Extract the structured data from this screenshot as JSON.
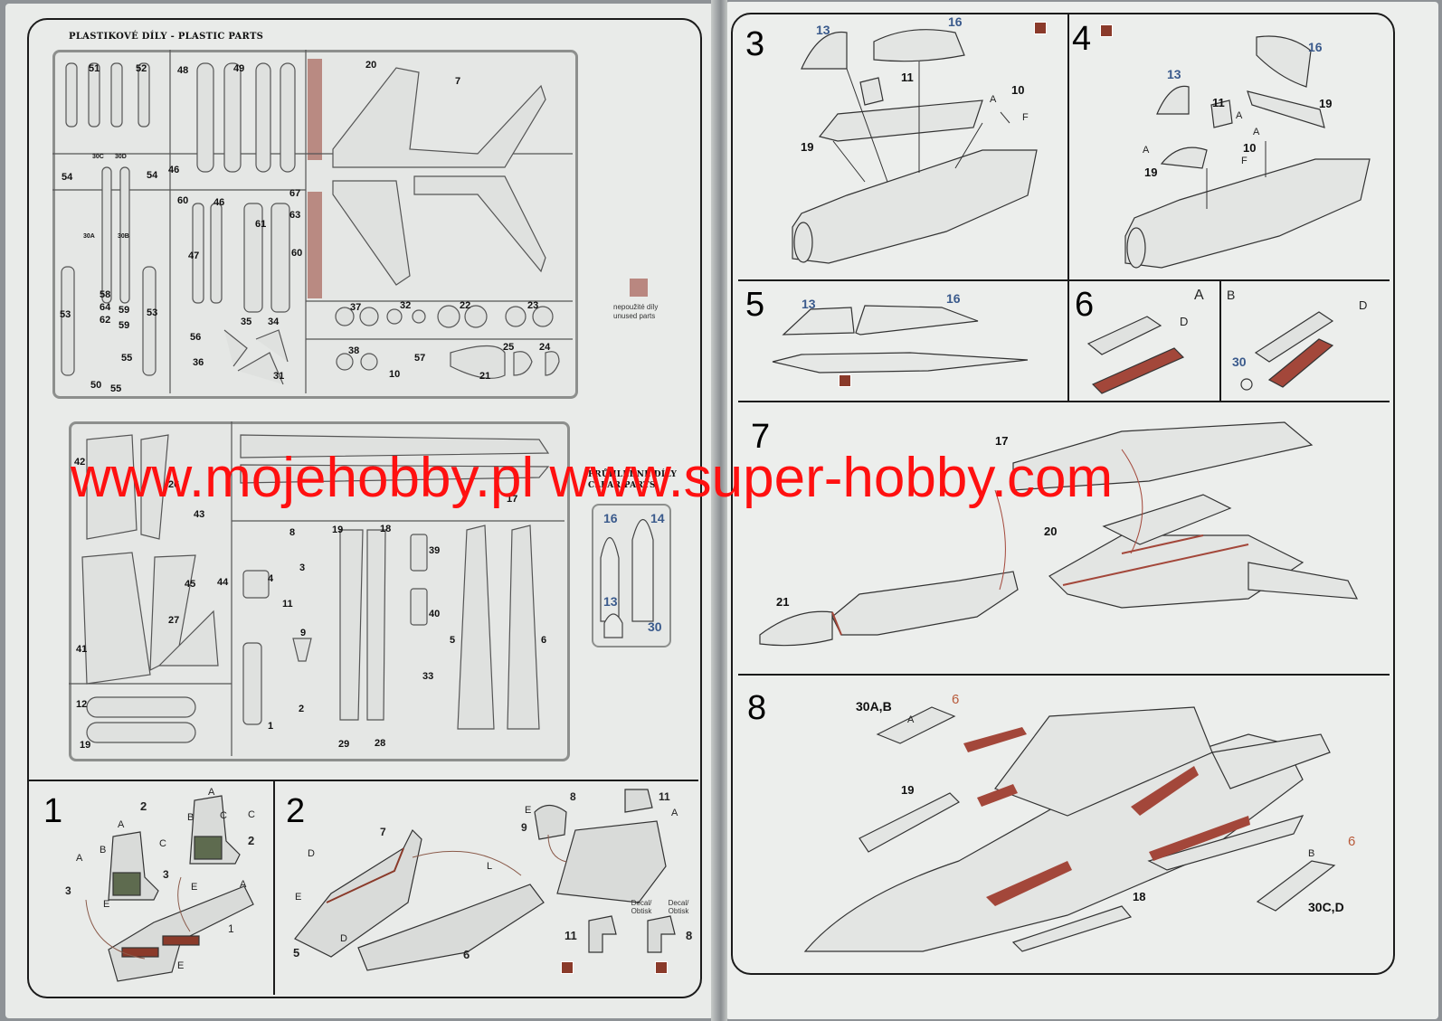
{
  "header": {
    "plastic_parts_title": "PLASTIKOVÉ DÍLY - PLASTIC PARTS"
  },
  "legend": {
    "unused_cz": "nepoužité díly",
    "unused_en": "unused parts"
  },
  "clear_parts": {
    "title_cz": "PRŮHLEDNÉ DÍLY",
    "title_en": "CLEAR PARTS",
    "labels": [
      "16",
      "14",
      "13",
      "30"
    ]
  },
  "sprue_top_labels": [
    "51",
    "52",
    "48",
    "49",
    "20",
    "7",
    "46",
    "30C",
    "30D",
    "54",
    "54",
    "60",
    "46",
    "67",
    "63",
    "61",
    "30A",
    "30B",
    "47",
    "60",
    "58",
    "64",
    "62",
    "59",
    "59",
    "53",
    "53",
    "56",
    "35",
    "34",
    "37",
    "36",
    "32",
    "22",
    "23",
    "55",
    "31",
    "38",
    "57",
    "25",
    "24",
    "50",
    "55",
    "10",
    "21"
  ],
  "sprue_bottom_labels": [
    "42",
    "26",
    "17",
    "43",
    "8",
    "19",
    "18",
    "39",
    "45",
    "44",
    "4",
    "3",
    "11",
    "40",
    "27",
    "9",
    "5",
    "6",
    "41",
    "33",
    "12",
    "2",
    "1",
    "19",
    "29",
    "28"
  ],
  "steps": {
    "s1": {
      "num": "1",
      "labels": [
        "2",
        "A",
        "C",
        "B",
        "A",
        "C",
        "B",
        "C",
        "2",
        "A",
        "3",
        "3",
        "E",
        "E",
        "A",
        "1",
        "E"
      ]
    },
    "s2": {
      "num": "2",
      "labels": [
        "7",
        "D",
        "E",
        "L",
        "5",
        "D",
        "6",
        "8",
        "9",
        "11",
        "A",
        "E",
        "11",
        "8"
      ],
      "decal_label": "Decal/ Obtisk",
      "decal_label2": "Decal/ Obtisk"
    },
    "s3": {
      "num": "3",
      "labels": [
        "13",
        "16",
        "11",
        "10",
        "A",
        "F",
        "19"
      ]
    },
    "s4": {
      "num": "4",
      "labels": [
        "13",
        "16",
        "11",
        "19",
        "A",
        "A",
        "A",
        "10",
        "F",
        "19"
      ]
    },
    "s5": {
      "num": "5",
      "labels": [
        "13",
        "16"
      ]
    },
    "s6": {
      "num": "6",
      "labels": [
        "A",
        "D",
        "B",
        "D",
        "30"
      ]
    },
    "s7": {
      "num": "7",
      "labels": [
        "17",
        "20",
        "21"
      ]
    },
    "s8": {
      "num": "8",
      "labels": [
        "30A,B",
        "A",
        "6",
        "19",
        "18",
        "B",
        "6",
        "30C,D"
      ]
    }
  },
  "watermark": {
    "text": "www.mojehobby.pl www.super-hobby.com"
  },
  "colors": {
    "watermark": "#ff1010",
    "paint_red": "#a3473a",
    "clear_blue": "#3a5a8c",
    "unused_swatch": "#b98780"
  }
}
